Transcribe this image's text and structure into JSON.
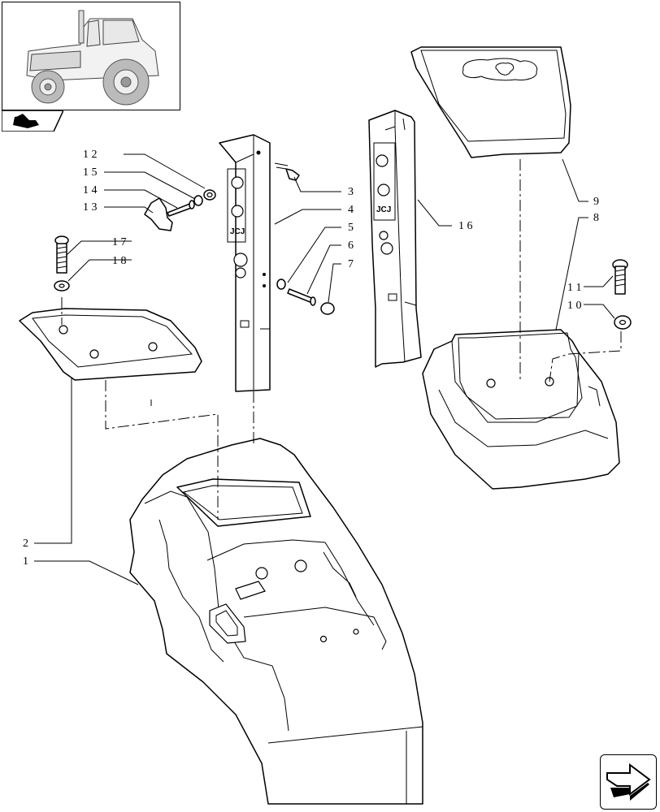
{
  "callouts": [
    {
      "id": "c12",
      "label": "1 2"
    },
    {
      "id": "c15",
      "label": "1 5"
    },
    {
      "id": "c14",
      "label": "1 4"
    },
    {
      "id": "c13",
      "label": "1 3"
    },
    {
      "id": "c17",
      "label": "1 7"
    },
    {
      "id": "c18",
      "label": "1 8"
    },
    {
      "id": "c3",
      "label": "3"
    },
    {
      "id": "c4",
      "label": "4"
    },
    {
      "id": "c5",
      "label": "5"
    },
    {
      "id": "c6",
      "label": "6"
    },
    {
      "id": "c7",
      "label": "7"
    },
    {
      "id": "c16",
      "label": "1 6"
    },
    {
      "id": "c9",
      "label": "9"
    },
    {
      "id": "c8",
      "label": "8"
    },
    {
      "id": "c11",
      "label": "1 1"
    },
    {
      "id": "c10",
      "label": "1 0"
    },
    {
      "id": "c2",
      "label": "2"
    },
    {
      "id": "c1",
      "label": "1"
    }
  ],
  "icons": {
    "thumbnail": "tractor-icon",
    "section_tab": "tractor-section-icon",
    "navigation": "next-page-arrow-icon"
  },
  "panel_logo": {
    "text": "JCJ"
  }
}
